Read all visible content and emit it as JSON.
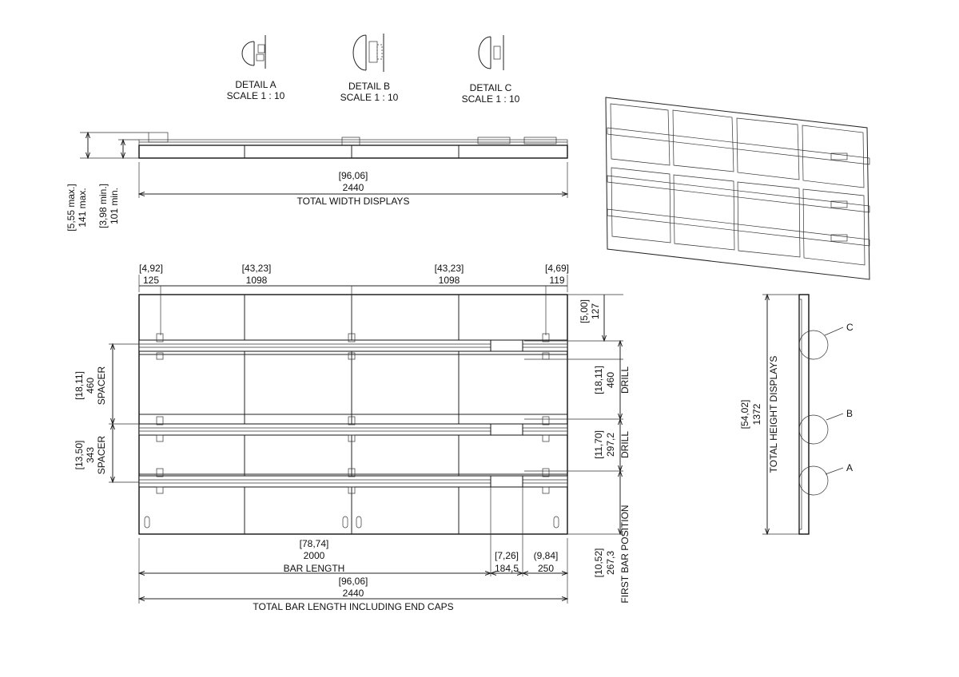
{
  "details": [
    {
      "name": "DETAIL A",
      "scale": "SCALE 1 : 10"
    },
    {
      "name": "DETAIL B",
      "scale": "SCALE 1 : 10"
    },
    {
      "name": "DETAIL C",
      "scale": "SCALE 1 : 10"
    }
  ],
  "top_view": {
    "width_in": "[96,06]",
    "width_mm": "2440",
    "width_label": "TOTAL WIDTH DISPLAYS",
    "max_in": "[5,55 max.]",
    "max_mm": "141 max.",
    "min_in": "[3,98 min.]",
    "min_mm": "101 min."
  },
  "front_view": {
    "left_off_in": "[4,92]",
    "left_off_mm": "125",
    "span1_in": "[43,23]",
    "span1_mm": "1098",
    "span2_in": "[43,23]",
    "span2_mm": "1098",
    "right_off_in": "[4,69]",
    "right_off_mm": "119",
    "top_drill_in": "[5,00]",
    "top_drill_mm": "127",
    "spacer1_in": "[18,11]",
    "spacer1_mm": "460",
    "spacer1_label": "SPACER",
    "spacer2_in": "[13,50]",
    "spacer2_mm": "343",
    "spacer2_label": "SPACER",
    "drill1_in": "[18,11]",
    "drill1_mm": "460",
    "drill1_label": "DRILL",
    "drill2_in": "[11,70]",
    "drill2_mm": "297,2",
    "drill2_label": "DRILL",
    "first_bar_in": "[10,52]",
    "first_bar_mm": "267,3",
    "first_bar_label": "FIRST BAR POSITION",
    "bar_len_in": "[78,74]",
    "bar_len_mm": "2000",
    "bar_len_label": "BAR LENGTH",
    "end1_in": "[7,26]",
    "end1_mm": "184,5",
    "end2_in": "(9,84]",
    "end2_mm": "250",
    "total_in": "[96,06]",
    "total_mm": "2440",
    "total_label": "TOTAL BAR LENGTH INCLUDING END CAPS"
  },
  "side_view": {
    "height_in": "[54,02]",
    "height_mm": "1372",
    "height_label": "TOTAL HEIGHT DISPLAYS",
    "callouts": [
      "C",
      "B",
      "A"
    ]
  }
}
